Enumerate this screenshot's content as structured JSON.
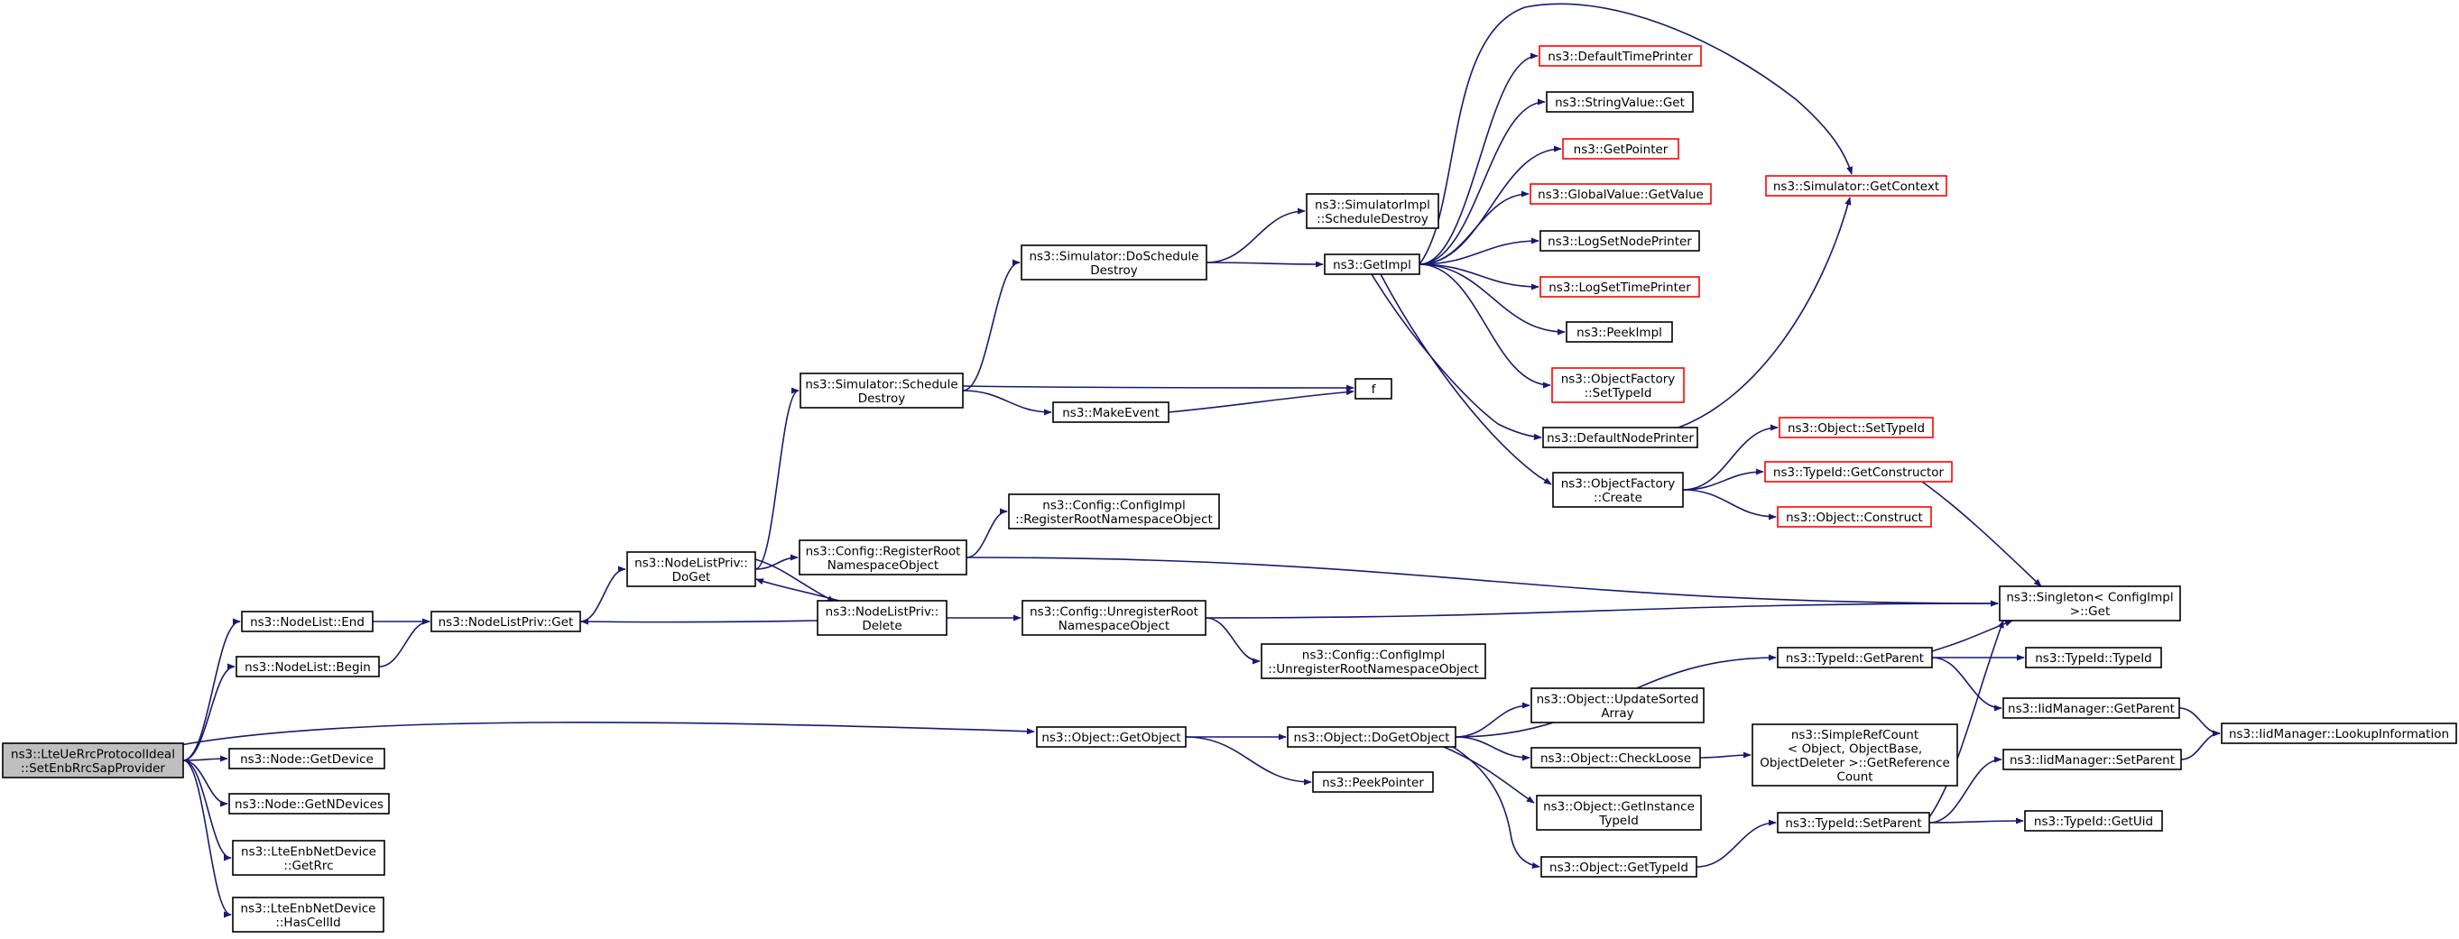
{
  "colors": {
    "edge": "#191970",
    "node_border": "#000000",
    "truncated_border": "#ff0000",
    "root_fill": "#bfbfbf",
    "node_fill": "#ffffff"
  },
  "nodes": [
    {
      "id": "root",
      "label": [
        "ns3::LteUeRrcProtocolIdeal",
        "::SetEnbRrcSapProvider"
      ],
      "style": "root"
    },
    {
      "id": "nl_end",
      "label": [
        "ns3::NodeList::End"
      ],
      "style": "normal"
    },
    {
      "id": "nl_begin",
      "label": [
        "ns3::NodeList::Begin"
      ],
      "style": "normal"
    },
    {
      "id": "node_getdevice",
      "label": [
        "ns3::Node::GetDevice"
      ],
      "style": "normal"
    },
    {
      "id": "node_getndevices",
      "label": [
        "ns3::Node::GetNDevices"
      ],
      "style": "normal"
    },
    {
      "id": "enb_getrrc",
      "label": [
        "ns3::LteEnbNetDevice",
        "::GetRrc"
      ],
      "style": "normal"
    },
    {
      "id": "enb_hascellid",
      "label": [
        "ns3::LteEnbNetDevice",
        "::HasCellId"
      ],
      "style": "normal"
    },
    {
      "id": "nlp_get",
      "label": [
        "ns3::NodeListPriv::Get"
      ],
      "style": "normal"
    },
    {
      "id": "nlp_doget",
      "label": [
        "ns3::NodeListPriv::",
        "DoGet"
      ],
      "style": "normal"
    },
    {
      "id": "sim_scheddestroy",
      "label": [
        "ns3::Simulator::Schedule",
        "Destroy"
      ],
      "style": "normal"
    },
    {
      "id": "cfg_regroot",
      "label": [
        "ns3::Config::RegisterRoot",
        "NamespaceObject"
      ],
      "style": "normal"
    },
    {
      "id": "nlp_delete",
      "label": [
        "ns3::NodeListPriv::",
        "Delete"
      ],
      "style": "normal"
    },
    {
      "id": "sim_doschedule",
      "label": [
        "ns3::Simulator::DoSchedule",
        "Destroy"
      ],
      "style": "normal"
    },
    {
      "id": "makeevent",
      "label": [
        "ns3::MakeEvent"
      ],
      "style": "normal"
    },
    {
      "id": "cfgimpl_reg",
      "label": [
        "ns3::Config::ConfigImpl",
        "::RegisterRootNamespaceObject"
      ],
      "style": "normal"
    },
    {
      "id": "cfg_unreg",
      "label": [
        "ns3::Config::UnregisterRoot",
        "NamespaceObject"
      ],
      "style": "normal"
    },
    {
      "id": "cfgimpl_unreg",
      "label": [
        "ns3::Config::ConfigImpl",
        "::UnregisterRootNamespaceObject"
      ],
      "style": "normal"
    },
    {
      "id": "obj_getobject",
      "label": [
        "ns3::Object::GetObject"
      ],
      "style": "normal"
    },
    {
      "id": "simimpl_scheddestroy",
      "label": [
        "ns3::SimulatorImpl",
        "::ScheduleDestroy"
      ],
      "style": "normal"
    },
    {
      "id": "getimpl",
      "label": [
        "ns3::GetImpl"
      ],
      "style": "normal"
    },
    {
      "id": "f",
      "label": [
        "f"
      ],
      "style": "normal"
    },
    {
      "id": "obj_dogetobject",
      "label": [
        "ns3::Object::DoGetObject"
      ],
      "style": "normal"
    },
    {
      "id": "peekpointer",
      "label": [
        "ns3::PeekPointer"
      ],
      "style": "normal"
    },
    {
      "id": "defaulttimeprinter",
      "label": [
        "ns3::DefaultTimePrinter"
      ],
      "style": "truncated"
    },
    {
      "id": "stringvalue_get",
      "label": [
        "ns3::StringValue::Get"
      ],
      "style": "normal"
    },
    {
      "id": "getpointer",
      "label": [
        "ns3::GetPointer"
      ],
      "style": "truncated"
    },
    {
      "id": "globalvalue_getvalue",
      "label": [
        "ns3::GlobalValue::GetValue"
      ],
      "style": "truncated"
    },
    {
      "id": "logsetnodeprinter",
      "label": [
        "ns3::LogSetNodePrinter"
      ],
      "style": "normal"
    },
    {
      "id": "logsettimeprinter",
      "label": [
        "ns3::LogSetTimePrinter"
      ],
      "style": "truncated"
    },
    {
      "id": "peekimpl",
      "label": [
        "ns3::PeekImpl"
      ],
      "style": "normal"
    },
    {
      "id": "objfactory_settypeid",
      "label": [
        "ns3::ObjectFactory",
        "::SetTypeId"
      ],
      "style": "truncated"
    },
    {
      "id": "defaultnodeprinter",
      "label": [
        "ns3::DefaultNodePrinter"
      ],
      "style": "normal"
    },
    {
      "id": "objfactory_create",
      "label": [
        "ns3::ObjectFactory",
        "::Create"
      ],
      "style": "normal"
    },
    {
      "id": "obj_updatesorted",
      "label": [
        "ns3::Object::UpdateSorted",
        "Array"
      ],
      "style": "normal"
    },
    {
      "id": "obj_checkloose",
      "label": [
        "ns3::Object::CheckLoose"
      ],
      "style": "normal"
    },
    {
      "id": "obj_getinstancetypeid",
      "label": [
        "ns3::Object::GetInstance",
        "TypeId"
      ],
      "style": "normal"
    },
    {
      "id": "obj_gettypeid",
      "label": [
        "ns3::Object::GetTypeId"
      ],
      "style": "normal"
    },
    {
      "id": "sim_getcontext",
      "label": [
        "ns3::Simulator::GetContext"
      ],
      "style": "truncated"
    },
    {
      "id": "obj_settypeid",
      "label": [
        "ns3::Object::SetTypeId"
      ],
      "style": "truncated"
    },
    {
      "id": "typeid_getconstructor",
      "label": [
        "ns3::TypeId::GetConstructor"
      ],
      "style": "truncated"
    },
    {
      "id": "obj_construct",
      "label": [
        "ns3::Object::Construct"
      ],
      "style": "truncated"
    },
    {
      "id": "typeid_getparent",
      "label": [
        "ns3::TypeId::GetParent"
      ],
      "style": "normal"
    },
    {
      "id": "simplerefcount",
      "label": [
        "ns3::SimpleRefCount",
        "< Object, ObjectBase,",
        "ObjectDeleter >::GetReference",
        "Count"
      ],
      "style": "normal"
    },
    {
      "id": "typeid_setparent",
      "label": [
        "ns3::TypeId::SetParent"
      ],
      "style": "normal"
    },
    {
      "id": "singleton_get",
      "label": [
        "ns3::Singleton< ConfigImpl",
        " >::Get"
      ],
      "style": "normal"
    },
    {
      "id": "typeid_typeid",
      "label": [
        "ns3::TypeId::TypeId"
      ],
      "style": "normal"
    },
    {
      "id": "iidmgr_getparent",
      "label": [
        "ns3::IidManager::GetParent"
      ],
      "style": "normal"
    },
    {
      "id": "iidmgr_setparent",
      "label": [
        "ns3::IidManager::SetParent"
      ],
      "style": "normal"
    },
    {
      "id": "typeid_getuid",
      "label": [
        "ns3::TypeId::GetUid"
      ],
      "style": "normal"
    },
    {
      "id": "iidmgr_lookup",
      "label": [
        "ns3::IidManager::LookupInformation"
      ],
      "style": "normal"
    }
  ],
  "edges": [
    [
      "root",
      "nl_end"
    ],
    [
      "root",
      "nl_begin"
    ],
    [
      "root",
      "node_getdevice"
    ],
    [
      "root",
      "node_getndevices"
    ],
    [
      "root",
      "enb_getrrc"
    ],
    [
      "root",
      "enb_hascellid"
    ],
    [
      "root",
      "obj_getobject"
    ],
    [
      "nl_end",
      "nlp_get"
    ],
    [
      "nl_begin",
      "nlp_get"
    ],
    [
      "nlp_get",
      "nlp_doget"
    ],
    [
      "nlp_doget",
      "sim_scheddestroy"
    ],
    [
      "nlp_doget",
      "cfg_regroot"
    ],
    [
      "nlp_doget",
      "nlp_delete"
    ],
    [
      "nlp_delete",
      "nlp_doget"
    ],
    [
      "nlp_delete",
      "nlp_get"
    ],
    [
      "nlp_delete",
      "cfg_unreg"
    ],
    [
      "sim_scheddestroy",
      "sim_doschedule"
    ],
    [
      "sim_scheddestroy",
      "makeevent"
    ],
    [
      "sim_scheddestroy",
      "f"
    ],
    [
      "makeevent",
      "f"
    ],
    [
      "sim_doschedule",
      "simimpl_scheddestroy"
    ],
    [
      "sim_doschedule",
      "getimpl"
    ],
    [
      "cfg_regroot",
      "cfgimpl_reg"
    ],
    [
      "cfg_regroot",
      "singleton_get"
    ],
    [
      "cfg_unreg",
      "cfgimpl_unreg"
    ],
    [
      "cfg_unreg",
      "singleton_get"
    ],
    [
      "getimpl",
      "defaulttimeprinter"
    ],
    [
      "getimpl",
      "stringvalue_get"
    ],
    [
      "getimpl",
      "getpointer"
    ],
    [
      "getimpl",
      "globalvalue_getvalue"
    ],
    [
      "getimpl",
      "logsetnodeprinter"
    ],
    [
      "getimpl",
      "logsettimeprinter"
    ],
    [
      "getimpl",
      "peekimpl"
    ],
    [
      "getimpl",
      "objfactory_settypeid"
    ],
    [
      "getimpl",
      "defaultnodeprinter"
    ],
    [
      "getimpl",
      "objfactory_create"
    ],
    [
      "getimpl",
      "sim_getcontext"
    ],
    [
      "defaultnodeprinter",
      "sim_getcontext"
    ],
    [
      "objfactory_create",
      "obj_settypeid"
    ],
    [
      "objfactory_create",
      "typeid_getconstructor"
    ],
    [
      "objfactory_create",
      "obj_construct"
    ],
    [
      "typeid_getconstructor",
      "singleton_get"
    ],
    [
      "obj_getobject",
      "obj_dogetobject"
    ],
    [
      "obj_getobject",
      "peekpointer"
    ],
    [
      "obj_dogetobject",
      "typeid_getparent"
    ],
    [
      "obj_dogetobject",
      "obj_updatesorted"
    ],
    [
      "obj_dogetobject",
      "obj_checkloose"
    ],
    [
      "obj_dogetobject",
      "obj_getinstancetypeid"
    ],
    [
      "obj_dogetobject",
      "obj_gettypeid"
    ],
    [
      "obj_checkloose",
      "simplerefcount"
    ],
    [
      "obj_gettypeid",
      "typeid_setparent"
    ],
    [
      "typeid_getparent",
      "singleton_get"
    ],
    [
      "typeid_getparent",
      "typeid_typeid"
    ],
    [
      "typeid_getparent",
      "iidmgr_getparent"
    ],
    [
      "typeid_setparent",
      "singleton_get"
    ],
    [
      "typeid_setparent",
      "iidmgr_setparent"
    ],
    [
      "typeid_setparent",
      "typeid_getuid"
    ],
    [
      "iidmgr_getparent",
      "iidmgr_lookup"
    ],
    [
      "iidmgr_setparent",
      "iidmgr_lookup"
    ]
  ]
}
